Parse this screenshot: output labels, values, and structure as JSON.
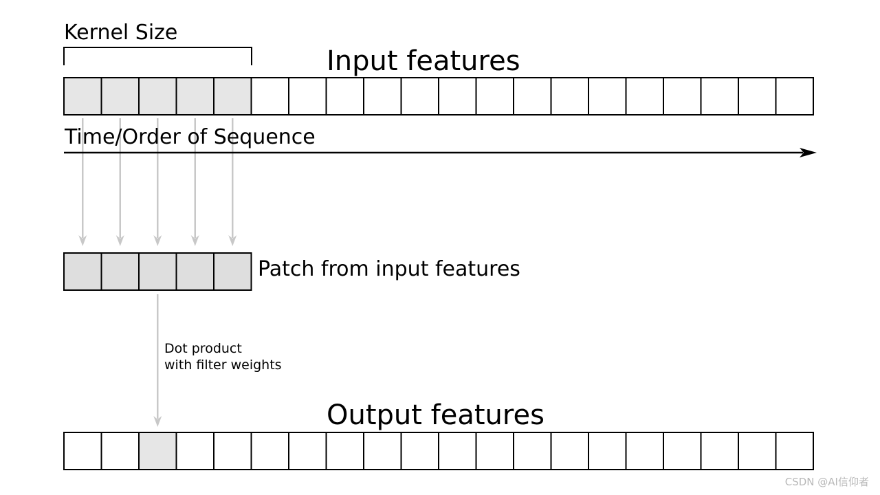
{
  "labels": {
    "kernel_size": "Kernel Size",
    "input_features": "Input features",
    "time_axis": "Time/Order of Sequence",
    "patch": "Patch from input features",
    "dot_product_line1": "Dot product",
    "dot_product_line2": "with filter weights",
    "output_features": "Output features"
  },
  "input_cells": 20,
  "kernel_size": 5,
  "output_cells": 20,
  "highlighted_output_index": 2,
  "colors": {
    "cell_fill": "#ffffff",
    "highlight_fill": "#e6e6e6",
    "patch_fill": "#dedede",
    "arrow": "#c8c8c8",
    "stroke": "#000000"
  },
  "watermark": "CSDN @AI信仰者"
}
